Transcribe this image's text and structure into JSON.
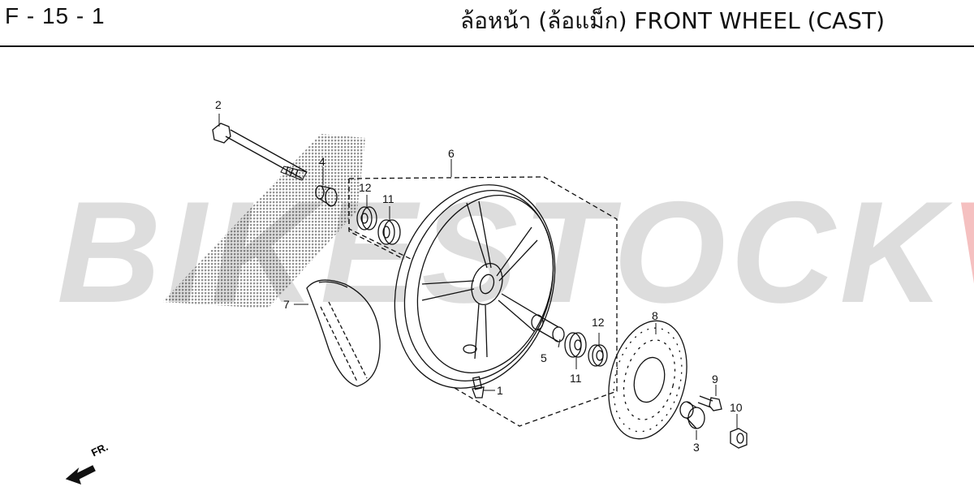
{
  "header": {
    "code": "F - 15 - 1",
    "title": "ล้อหน้า (ล้อแม็ก)  FRONT WHEEL (CAST)"
  },
  "watermark": {
    "part1": "BIKESTOCK",
    "part2": "VN"
  },
  "colors": {
    "line": "#111111",
    "watermark_gray": "#969696",
    "watermark_red": "#e13c3c"
  },
  "callouts": {
    "c1": "1",
    "c2": "2",
    "c3": "3",
    "c4": "4",
    "c5": "5",
    "c6": "6",
    "c7": "7",
    "c8": "8",
    "c9": "9",
    "c10": "10",
    "c11a": "11",
    "c11b": "11",
    "c12a": "12",
    "c12b": "12"
  },
  "direction": {
    "label": "FR."
  }
}
